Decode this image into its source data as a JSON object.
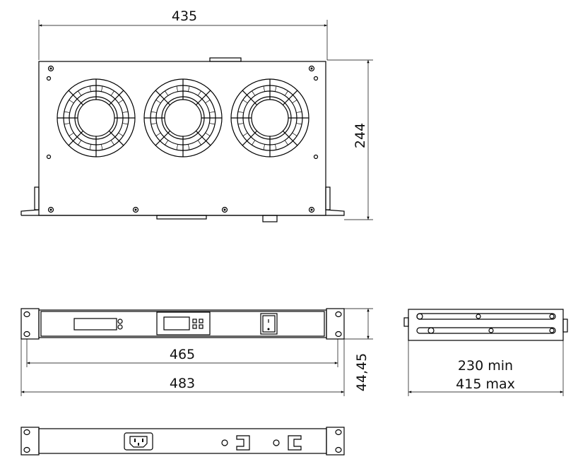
{
  "title": "1U rack fan unit - dimensional drawing",
  "dimensions": {
    "top_width": "435",
    "top_depth": "244",
    "front_inner_width": "465",
    "front_overall_width": "483",
    "height": "44,45",
    "depth_min": "230 min",
    "depth_max": "415 max"
  },
  "fans": {
    "count": 3
  },
  "colors": {
    "line": "#000000",
    "background": "#ffffff"
  }
}
